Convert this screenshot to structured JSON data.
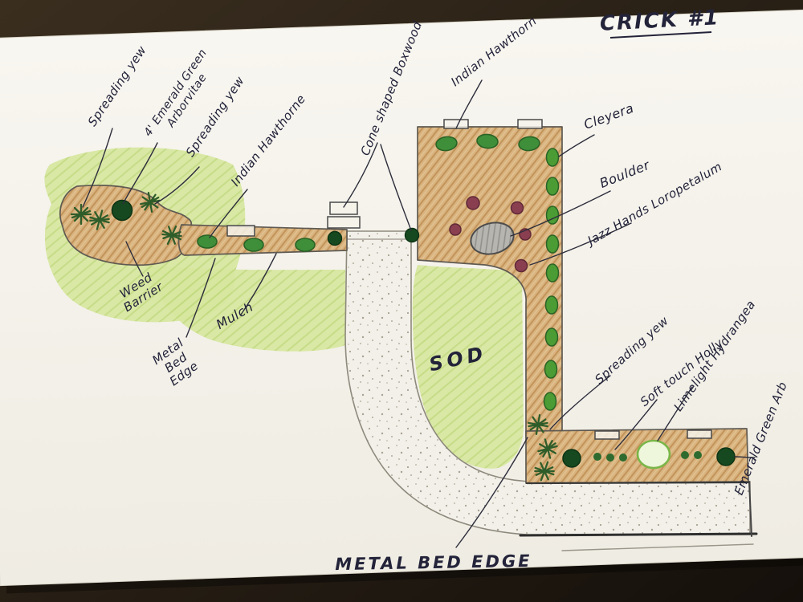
{
  "title": "CRICK #1",
  "labels": {
    "spreading_yew_1": "Spreading yew",
    "arborvitae_line1": "4' Emerald Green",
    "arborvitae_line2": "Arborvitae",
    "spreading_yew_2": "Spreading yew",
    "indian_hawthorne_left": "Indian Hawthorne",
    "cone_boxwood": "Cone shaped Boxwood",
    "indian_hawthorn_top": "Indian Hawthorn",
    "cleyera": "Cleyera",
    "boulder": "Boulder",
    "jazz_hands": "Jazz Hands Loropetalum",
    "weed_line1": "Weed",
    "weed_line2": "Barrier",
    "metal_left_line1": "Metal",
    "metal_left_line2": "Bed",
    "metal_left_line3": "Edge",
    "mulch": "Mulch",
    "sod": "SOD",
    "spreading_yew_3": "Spreading yew",
    "soft_touch_holly": "Soft touch Holly",
    "limelight_hydrangea": "Limelight Hydrangea",
    "emerald_green_arb": "Emerald Green Arb",
    "metal_bottom": "METAL BED EDGE"
  },
  "colors": {
    "background": "#241c13",
    "paper": "#f6f4ee",
    "mulch_tan": "#d9b480",
    "mulch_stripe": "#c3945a",
    "lawn_green": "#d7e79f",
    "walkway": "#f2f0e9",
    "ink": "#23233a",
    "plant_dark_green": "#16491f",
    "plant_mid_green": "#3f8f3a",
    "berry_maroon": "#8a3f50",
    "boulder_gray": "#b7b5b0",
    "hydrangea_green": "#7ab648"
  }
}
